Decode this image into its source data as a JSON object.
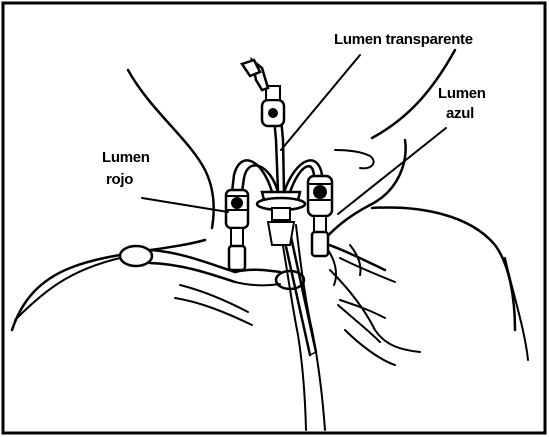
{
  "labels": {
    "transparent": "Lumen transparente",
    "blue_line1": "Lumen",
    "blue_line2": "azul",
    "red_line1": "Lumen",
    "red_line2": "rojo"
  },
  "colors": {
    "ink": "#000000",
    "background": "#ffffff"
  }
}
